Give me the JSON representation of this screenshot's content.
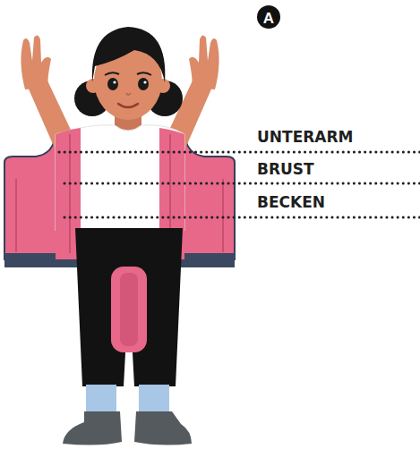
{
  "diagram": {
    "labels": [
      "A",
      "UNTERARM",
      "BRUST",
      "BECKEN"
    ]
  }
}
